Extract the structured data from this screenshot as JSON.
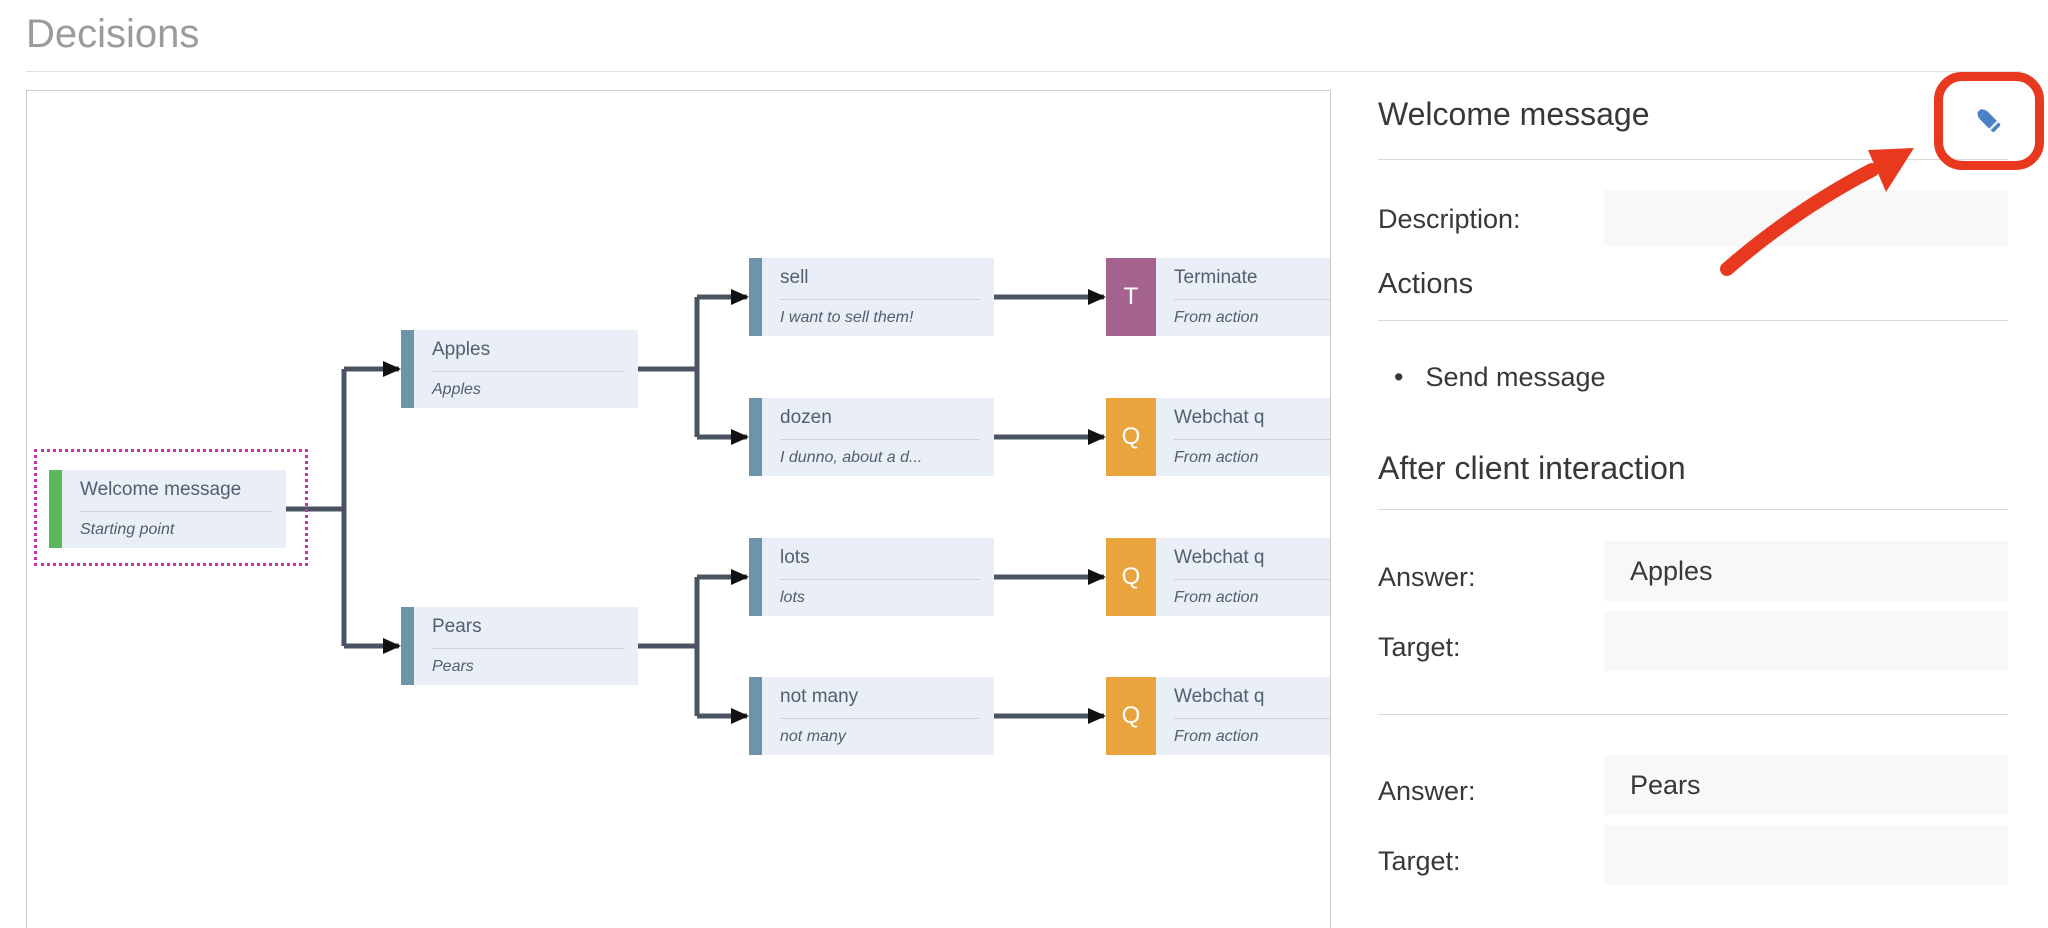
{
  "page": {
    "title": "Decisions"
  },
  "colors": {
    "accent_green": "#5cb85c",
    "accent_blue": "#6d95aa",
    "badge_purple": "#a4638e",
    "badge_orange": "#e9a43d",
    "selection_dotted": "#c535a5",
    "connector": "#4a5361",
    "annotation_red": "#e8391f",
    "pencil_blue": "#4a80c4",
    "node_background": "#e9eef7",
    "field_background": "#f8f8f8"
  },
  "tree": {
    "welcome": {
      "title": "Welcome message",
      "subtitle": "Starting point"
    },
    "apples": {
      "title": "Apples",
      "subtitle": "Apples"
    },
    "pears": {
      "title": "Pears",
      "subtitle": "Pears"
    },
    "sell": {
      "title": "sell",
      "subtitle": "I want to sell them!"
    },
    "dozen": {
      "title": "dozen",
      "subtitle": "I dunno, about a d..."
    },
    "lots": {
      "title": "lots",
      "subtitle": "lots"
    },
    "not_many": {
      "title": "not many",
      "subtitle": "not many"
    },
    "terminate": {
      "badge": "T",
      "title": "Terminate",
      "subtitle": "From action"
    },
    "webchat_1": {
      "badge": "Q",
      "title": "Webchat q",
      "subtitle": "From action"
    },
    "webchat_2": {
      "badge": "Q",
      "title": "Webchat q",
      "subtitle": "From action"
    },
    "webchat_3": {
      "badge": "Q",
      "title": "Webchat q",
      "subtitle": "From action"
    },
    "edges": [
      {
        "from": "welcome",
        "to": "apples"
      },
      {
        "from": "welcome",
        "to": "pears"
      },
      {
        "from": "apples",
        "to": "sell"
      },
      {
        "from": "apples",
        "to": "dozen"
      },
      {
        "from": "pears",
        "to": "lots"
      },
      {
        "from": "pears",
        "to": "not_many"
      },
      {
        "from": "sell",
        "to": "terminate"
      },
      {
        "from": "dozen",
        "to": "webchat_1"
      },
      {
        "from": "lots",
        "to": "webchat_2"
      },
      {
        "from": "not_many",
        "to": "webchat_3"
      }
    ]
  },
  "panel": {
    "title": "Welcome message",
    "description_label": "Description:",
    "description_value": "",
    "actions_heading": "Actions",
    "actions": [
      "Send message"
    ],
    "after_heading": "After client interaction",
    "answer_label": "Answer:",
    "target_label": "Target:",
    "interactions": [
      {
        "answer": "Apples",
        "target": ""
      },
      {
        "answer": "Pears",
        "target": ""
      }
    ]
  }
}
